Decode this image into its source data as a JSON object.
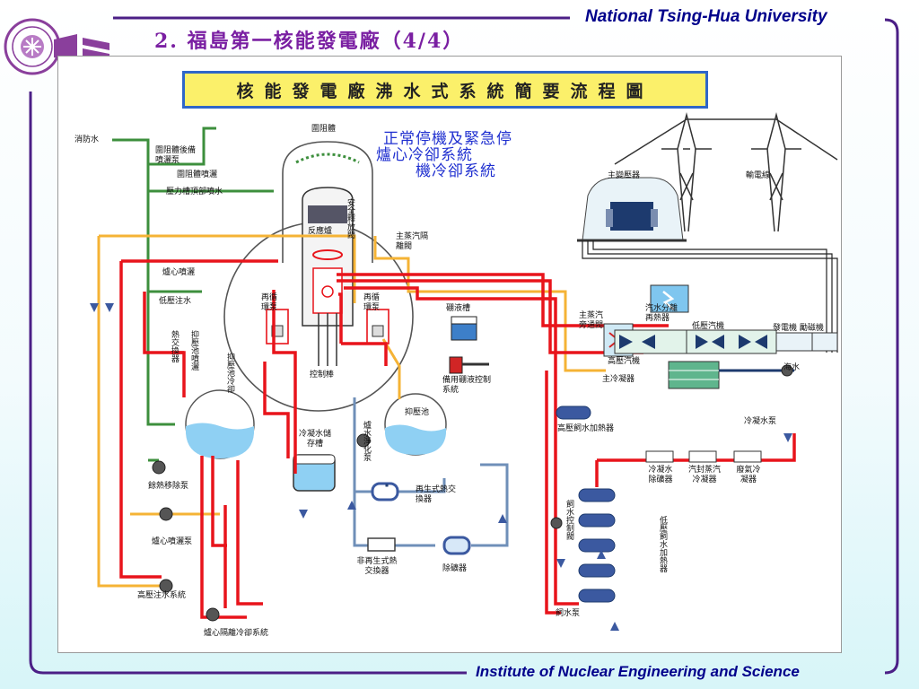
{
  "header": {
    "university": "National Tsing-Hua University",
    "title": "2. 福島第一核能發電廠（4/4）"
  },
  "footer": {
    "institute": "Institute of Nuclear Engineering and Science"
  },
  "figure": {
    "title": "核能發電廠沸水式系統簡要流程圖",
    "overlay_lines": [
      "正常停機及緊急停",
      "爐心冷卻系統",
      "機冷卻系統"
    ],
    "labels": {
      "fire_water": "消防水",
      "containment": "圍阻體",
      "containment_backup_spray": "圍阻體後備噴灑泵",
      "containment_spray": "圍阻體噴灑",
      "pressure_vessel_head_spray": "壓力槽頂部噴水",
      "reactor_vessel": "反應爐",
      "safety_relief_valve": "安全釋放閥",
      "main_steam_isolation_valve": "主蒸汽隔離閥",
      "core_spray": "爐心噴灑",
      "low_pressure_injection": "低壓注水",
      "recirculation_pump_left": "再循環泵",
      "recirculation_pump_right": "再循環泵",
      "control_rods": "控制棒",
      "boron_tank": "硼液槽",
      "standby_liquid_control": "備用硼液控制系統",
      "heat_exchanger_left": "熱交換器",
      "suppression_pool_spray": "抑壓池噴灑",
      "suppression_pool_cooling": "抑壓池冷卻",
      "suppression_pool": "抑壓池",
      "condensate_storage_tank": "冷凝水儲存槽",
      "reactor_water_cleanup_pump": "爐水淨化泵",
      "regenerative_hx": "再生式熱交換器",
      "non_regenerative_hx": "非再生式熱交換器",
      "demineralizer": "除礦器",
      "residual_heat_removal_pump": "餘熱移除泵",
      "core_spray_pump": "爐心噴灑泵",
      "hpci_system": "高壓注水系統",
      "rcic_system": "爐心隔離冷卻系統",
      "main_transformer": "主變壓器",
      "transmission_line": "輸電線",
      "main_steam_bypass_valve": "主蒸汽旁通閥",
      "moisture_separator_reheater": "汽水分離再熱器",
      "hp_turbine": "高壓汽機",
      "lp_turbine": "低壓汽機",
      "generator_exciter": "發電機 勵磁機",
      "main_condenser": "主冷凝器",
      "seawater": "海水",
      "condensate_pump": "冷凝水泵",
      "hp_feedwater_heater": "高壓飼水加熱器",
      "condensate_demineralizer": "冷凝水除礦器",
      "gland_steam_condenser": "汽封蒸汽冷凝器",
      "offgas_condenser": "廢氣冷凝器",
      "feedwater_control_valve": "飼水控制閥",
      "lp_feedwater_heater": "低壓飼水加熱器",
      "feedwater_pump": "飼水泵"
    }
  },
  "colors": {
    "steam_red": "#e8141b",
    "cooling_orange": "#f5b335",
    "ecc_green": "#3d8f3d",
    "cleanup_blue": "#6f8fb8",
    "pink": "#f2a1c6",
    "frame_purple": "#4b1f86",
    "title_purple": "#7a1fa2",
    "water_blue": "#7fc6ef"
  }
}
